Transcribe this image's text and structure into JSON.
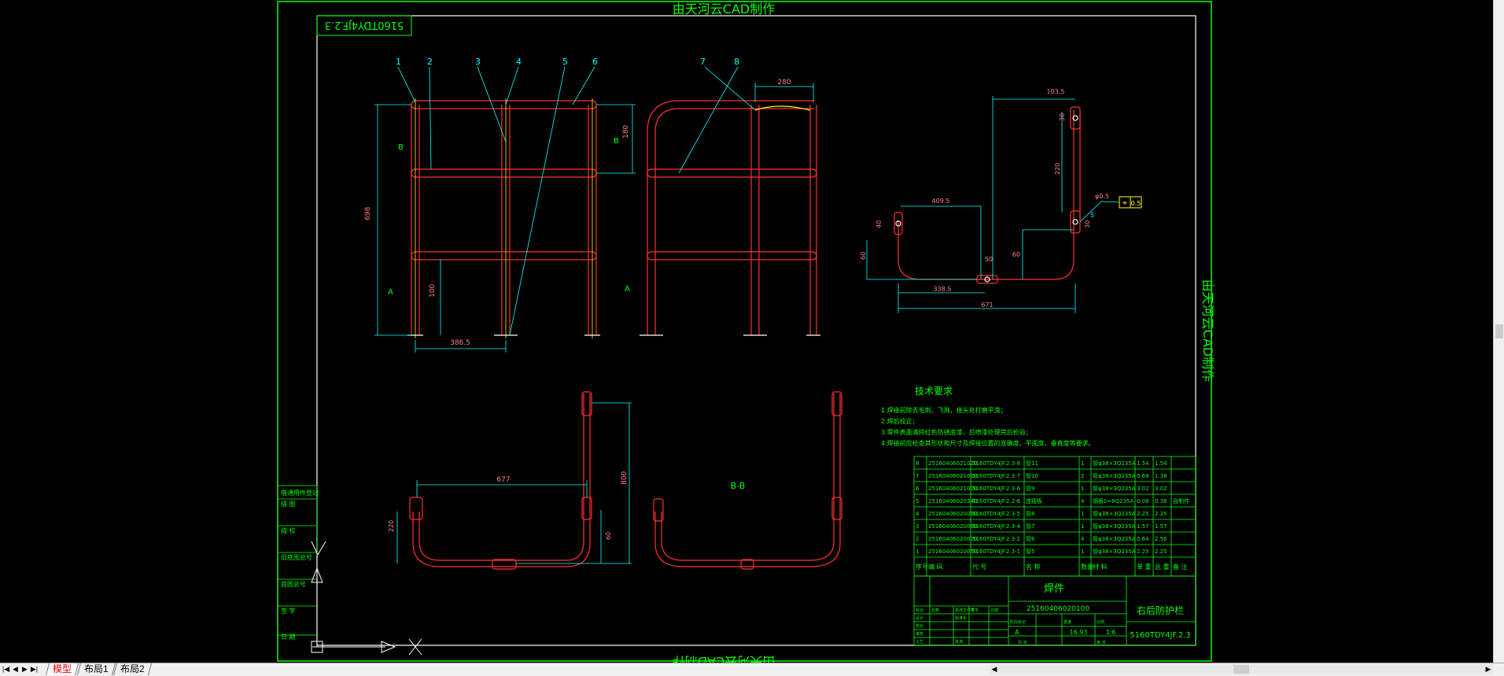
{
  "watermark": "由天河云CAD制作",
  "drawing_no_mirrored": "5160TDY4JF.2.3",
  "part_balloons": [
    "1",
    "2",
    "3",
    "4",
    "5",
    "6",
    "7",
    "8"
  ],
  "section_labels": {
    "b": "B",
    "a": "A",
    "bb": "B-B"
  },
  "dims": {
    "d280": "280",
    "d1035": "103.5",
    "d698": "698",
    "d800": "800",
    "d180": "180",
    "d3865": "386.5",
    "d4095": "409.5",
    "d220": "220",
    "d60": "60",
    "d3385": "338.5",
    "d671": "671",
    "d677": "677",
    "d50": "50",
    "d5": "5",
    "d40": "40",
    "d30": "30",
    "d100": "100"
  },
  "tech_requirements": {
    "title": "技术要求",
    "lines": [
      "1.焊接前除去毛刺、飞溅，接头处打磨平滑；",
      "2.焊后校正；",
      "3.零件表面清除红色防锈底漆，后喷漆处理完后检验；",
      "4.焊接前应检查其形状和尺寸及焊接位置的准确度，平面度、垂直度等要求。"
    ]
  },
  "gdt": {
    "symbol": "⌖",
    "value": "0.5",
    "balloon": "φ0.5"
  },
  "bom": {
    "rows": [
      {
        "no": "8",
        "code": "25160406021020",
        "part": "5160TDY4JF.2.3-8",
        "name": "管11",
        "qty": "1",
        "mat": "管φ38×3Q235A",
        "unit": "1.54",
        "total": "1.54",
        "note": ""
      },
      {
        "no": "7",
        "code": "25160406021010",
        "part": "5160TDY4JF.2.3-7",
        "name": "管10",
        "qty": "2",
        "mat": "管φ38×3Q235A",
        "unit": "0.69",
        "total": "1.38",
        "note": ""
      },
      {
        "no": "6",
        "code": "25160406021000",
        "part": "5160TDY4JF.2.3-6",
        "name": "管9",
        "qty": "1",
        "mat": "管φ38×3Q235A",
        "unit": "3.02",
        "total": "3.02",
        "note": ""
      },
      {
        "no": "5",
        "code": "25160406020340",
        "part": "5160TDY4JF.2.2-6",
        "name": "连接板",
        "qty": "4",
        "mat": "钢板δ=8Q235A",
        "unit": "0.08",
        "total": "0.36",
        "note": "自制件"
      },
      {
        "no": "4",
        "code": "25160406020090",
        "part": "5160TDY4JF.2.3-5",
        "name": "管8",
        "qty": "1",
        "mat": "管φ38×3Q235A",
        "unit": "2.25",
        "total": "2.25",
        "note": ""
      },
      {
        "no": "3",
        "code": "25160406020080",
        "part": "5160TDY4JF.2.3-4",
        "name": "管7",
        "qty": "1",
        "mat": "管φ38×3Q235A",
        "unit": "1.57",
        "total": "1.57",
        "note": ""
      },
      {
        "no": "2",
        "code": "25160406020070",
        "part": "5160TDY4JF.2.3-2",
        "name": "管6",
        "qty": "4",
        "mat": "管φ38×3Q235A",
        "unit": "0.64",
        "total": "2.56",
        "note": ""
      },
      {
        "no": "1",
        "code": "25160406020050",
        "part": "5160TDY4JF.2.3-1",
        "name": "管5",
        "qty": "1",
        "mat": "管φ38×3Q235A",
        "unit": "2.25",
        "total": "2.25",
        "note": ""
      }
    ],
    "headers": [
      "序号",
      "编 码",
      "代 号",
      "名 称",
      "数量",
      "材 料",
      "单 重",
      "总 重",
      "备 注"
    ]
  },
  "title_block": {
    "type": "焊件",
    "code": "25160406020100",
    "part_name": "右后防护栏",
    "drawing_no": "5160TDY4JF.2.3",
    "weight": "16.93",
    "scale": "1:6",
    "stage": "A",
    "small_labels": [
      "标记",
      "处数",
      "更改文件号",
      "签字",
      "日期",
      "设计",
      "标准化",
      "校对",
      "审核",
      "工艺",
      "批准",
      "阶段标记",
      "重量",
      "比例",
      "共 张",
      "第 张"
    ]
  },
  "side_labels": [
    "借通用件登记",
    "描 图",
    "描 校",
    "旧底图总号",
    "底图总号",
    "签 字",
    "日 期"
  ],
  "tabs": [
    {
      "label": "模型",
      "active": true
    },
    {
      "label": "布局1",
      "active": false
    },
    {
      "label": "布局2",
      "active": false
    }
  ],
  "nav_icons": [
    "first-page-icon",
    "prev-page-icon",
    "next-page-icon",
    "last-page-icon"
  ]
}
